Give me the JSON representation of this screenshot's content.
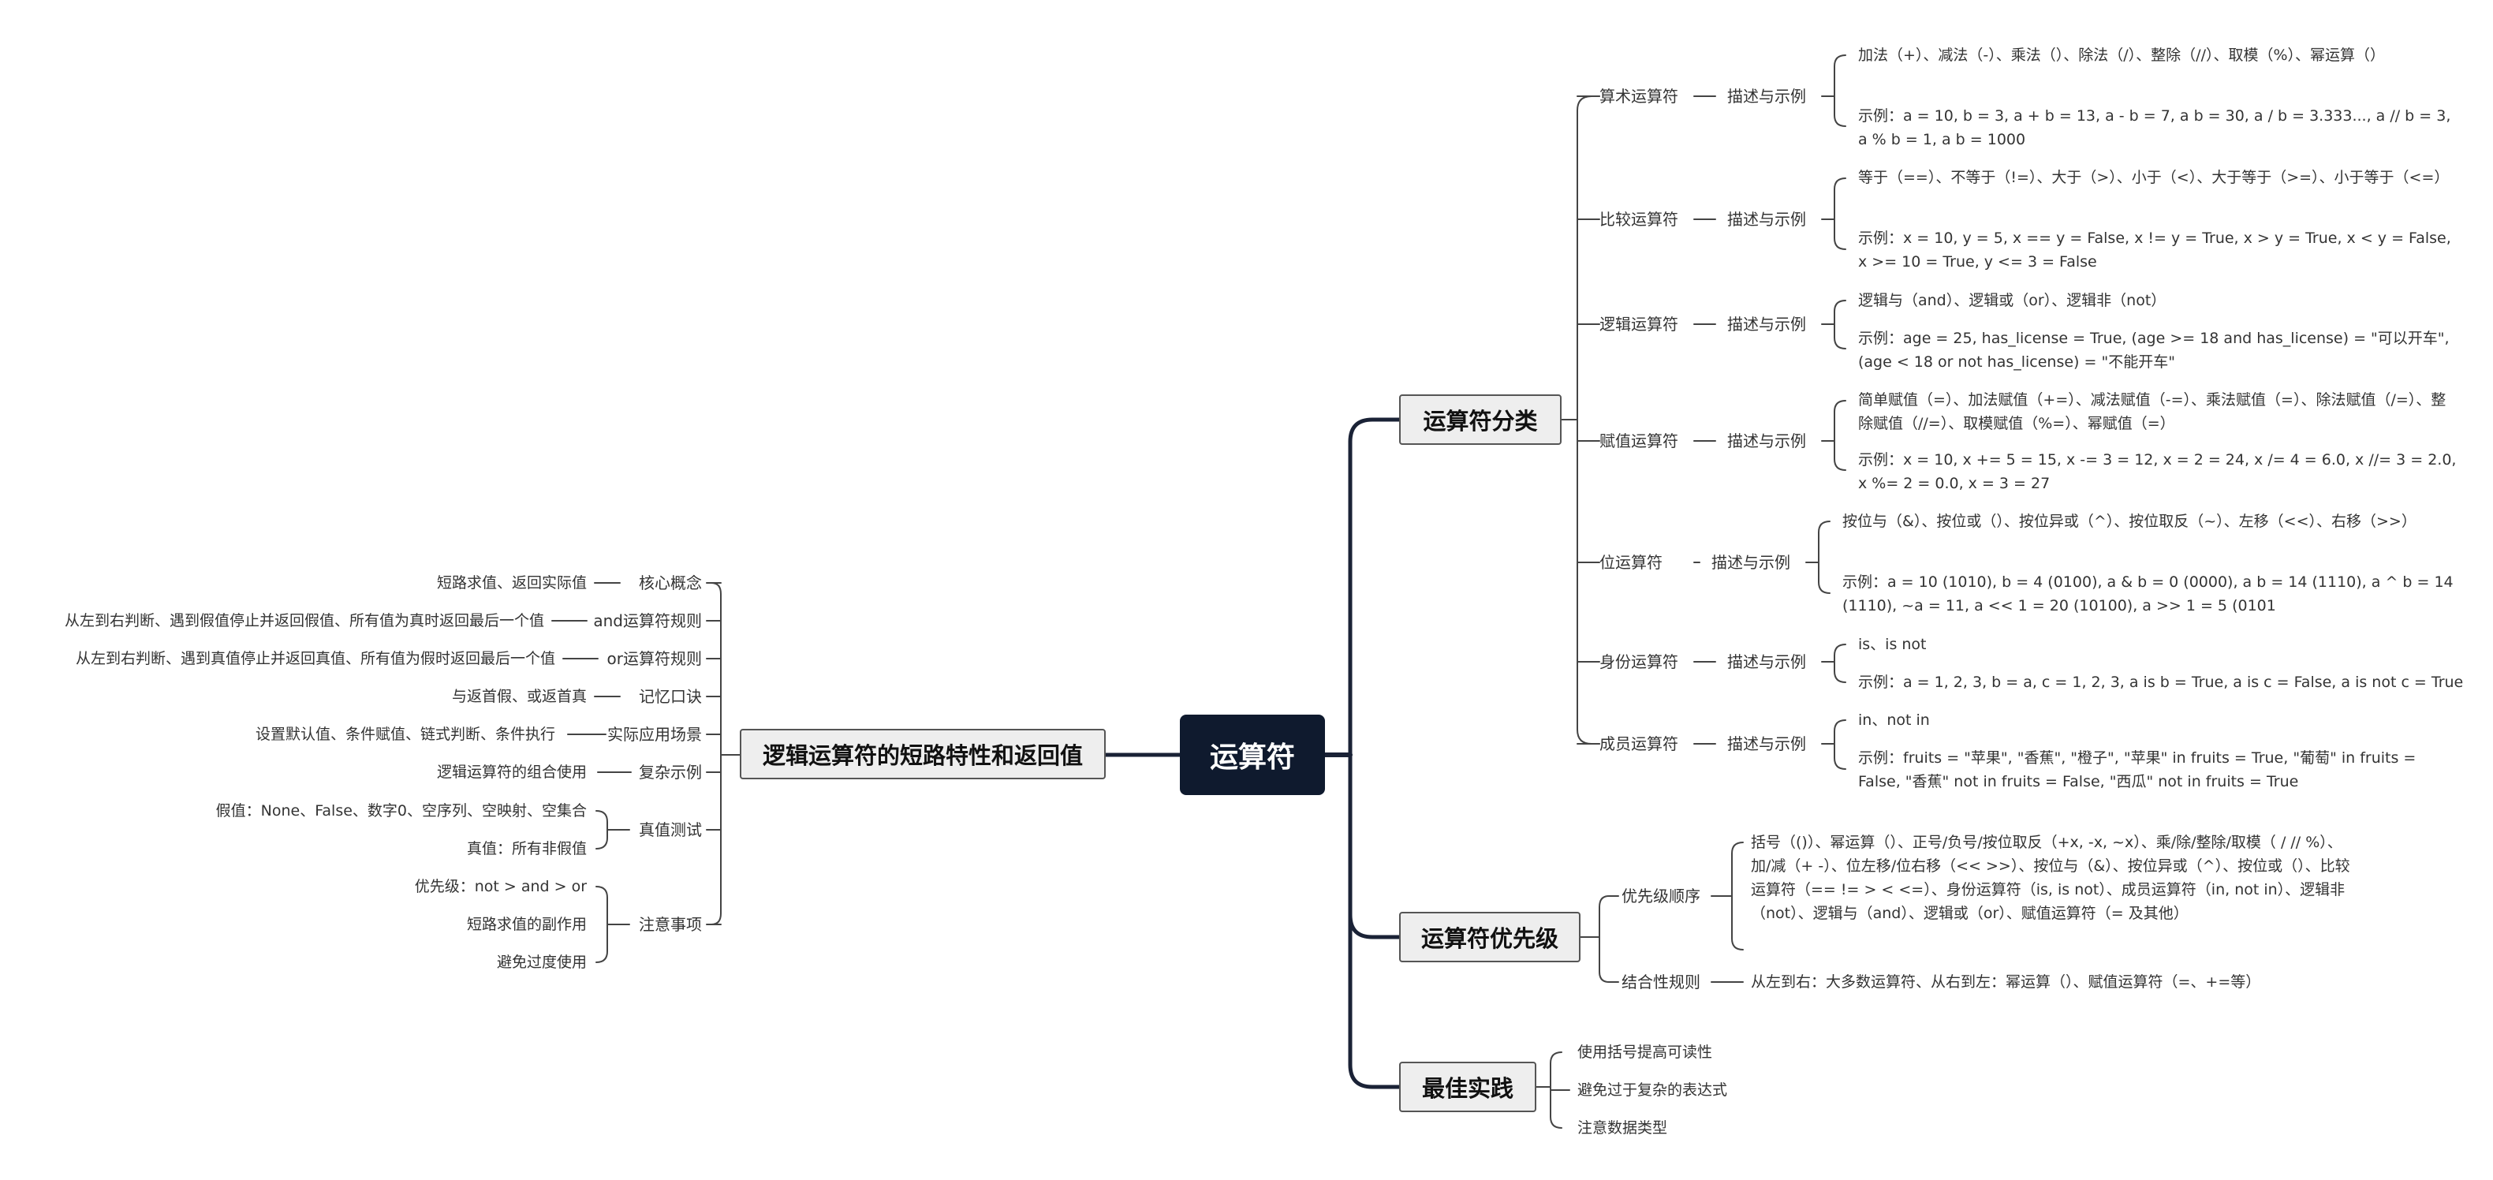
{
  "root": "运算符",
  "branches": {
    "categories": {
      "title": "运算符分类",
      "items": [
        {
          "name": "算术运算符",
          "link": "描述与示例",
          "desc": "加法（+）、减法（-）、乘法（）、除法（/）、整除（//）、取模（%）、幂运算（）",
          "example": "示例：a = 10, b = 3, a + b = 13, a - b = 7, a  b = 30, a / b = 3.333..., a // b = 3, a % b = 1, a  b = 1000"
        },
        {
          "name": "比较运算符",
          "link": "描述与示例",
          "desc": "等于（==）、不等于（!=）、大于（>）、小于（<）、大于等于（>=）、小于等于（<=）",
          "example": "示例：x = 10, y = 5, x == y = False, x != y = True, x > y = True, x < y = False, x >= 10 = True, y <= 3 = False"
        },
        {
          "name": "逻辑运算符",
          "link": "描述与示例",
          "desc": "逻辑与（and）、逻辑或（or）、逻辑非（not）",
          "example": "示例：age = 25, has_license = True, (age >= 18 and has_license) = \"可以开车\", (age < 18 or not has_license) = \"不能开车\""
        },
        {
          "name": "赋值运算符",
          "link": "描述与示例",
          "desc": "简单赋值（=）、加法赋值（+=）、减法赋值（-=）、乘法赋值（=）、除法赋值（/=）、整除赋值（//=）、取模赋值（%=）、幂赋值（=）",
          "example": "示例：x = 10, x += 5 = 15, x -= 3 = 12, x = 2 = 24, x /= 4 = 6.0, x //= 3 = 2.0, x %= 2 = 0.0, x = 3 = 27"
        },
        {
          "name": "位运算符",
          "link": "描述与示例",
          "desc": "按位与（&）、按位或（）、按位异或（^）、按位取反（~）、左移（<<）、右移（>>）",
          "example": "示例：a = 10 (1010), b = 4 (0100), a & b = 0 (0000), a  b = 14 (1110), a ^ b = 14 (1110), ~a = 11, a << 1 = 20 (10100), a >> 1 = 5 (0101"
        },
        {
          "name": "身份运算符",
          "link": "描述与示例",
          "desc": "is、is not",
          "example": "示例：a = 1, 2, 3, b = a, c = 1, 2, 3, a is b = True, a is c = False, a is not c = True"
        },
        {
          "name": "成员运算符",
          "link": "描述与示例",
          "desc": "in、not in",
          "example": "示例：fruits = \"苹果\", \"香蕉\", \"橙子\", \"苹果\" in fruits = True, \"葡萄\" in fruits = False, \"香蕉\" not in fruits = False, \"西瓜\" not in fruits = True"
        }
      ]
    },
    "precedence": {
      "title": "运算符优先级",
      "items": [
        {
          "name": "优先级顺序",
          "text": "括号（()）、幂运算（）、正号/负号/按位取反（+x, -x, ~x）、乘/除/整除/取模（ / // %）、加/减（+ -）、位左移/位右移（<< >>）、按位与（&）、按位异或（^）、按位或（）、比较运算符（== != > < <=）、身份运算符（is, is not）、成员运算符（in, not in）、逻辑非（not）、逻辑与（and）、逻辑或（or）、赋值运算符（= 及其他）"
        },
        {
          "name": "结合性规则",
          "text": "从左到右：大多数运算符、从右到左：幂运算（）、赋值运算符（=、+=等）"
        }
      ]
    },
    "best": {
      "title": "最佳实践",
      "items": [
        "使用括号提高可读性",
        "避免过于复杂的表达式",
        "注意数据类型"
      ]
    },
    "logic": {
      "title": "逻辑运算符的短路特性和返回值",
      "items": [
        {
          "name": "核心概念",
          "leaves": [
            "短路求值、返回实际值"
          ]
        },
        {
          "name": "and运算符规则",
          "leaves": [
            "从左到右判断、遇到假值停止并返回假值、所有值为真时返回最后一个值"
          ]
        },
        {
          "name": "or运算符规则",
          "leaves": [
            "从左到右判断、遇到真值停止并返回真值、所有值为假时返回最后一个值"
          ]
        },
        {
          "name": "记忆口诀",
          "leaves": [
            "与返首假、或返首真"
          ]
        },
        {
          "name": "实际应用场景",
          "leaves": [
            "设置默认值、条件赋值、链式判断、条件执行"
          ]
        },
        {
          "name": "复杂示例",
          "leaves": [
            "逻辑运算符的组合使用"
          ]
        },
        {
          "name": "真值测试",
          "leaves": [
            "假值：None、False、数字0、空序列、空映射、空集合",
            "真值：所有非假值"
          ]
        },
        {
          "name": "注意事项",
          "leaves": [
            "优先级：not > and > or",
            "短路求值的副作用",
            "避免过度使用"
          ]
        }
      ]
    }
  }
}
